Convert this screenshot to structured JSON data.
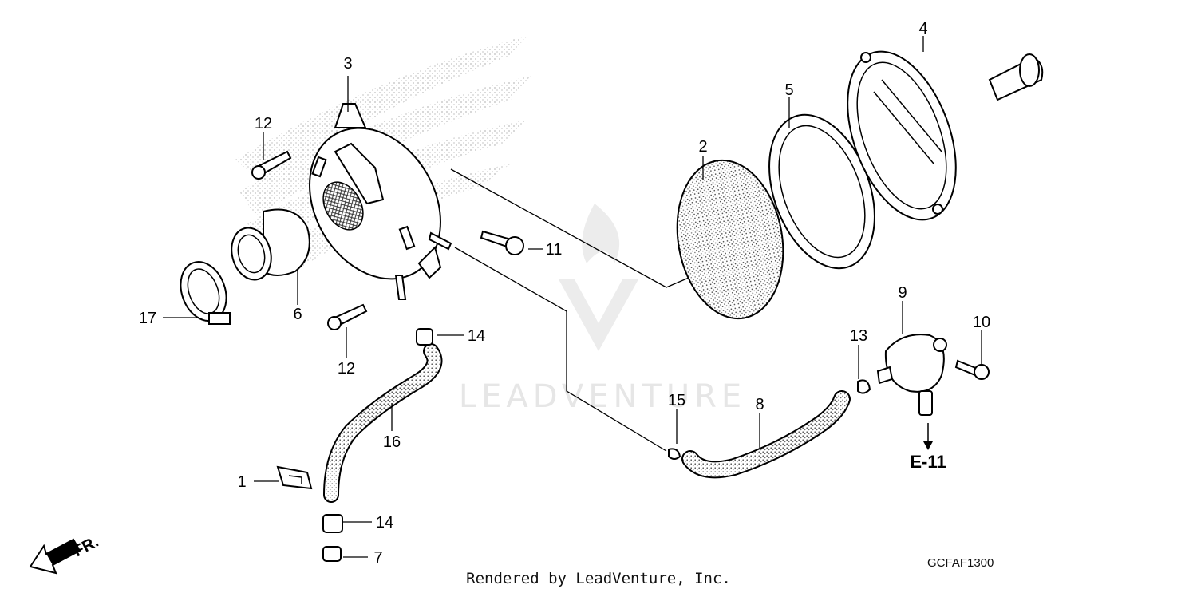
{
  "watermark": {
    "brand": "LEADVENTURE"
  },
  "callouts": {
    "c1": "1",
    "c2": "2",
    "c3": "3",
    "c4": "4",
    "c5": "5",
    "c6": "6",
    "c7": "7",
    "c8": "8",
    "c9": "9",
    "c10": "10",
    "c11": "11",
    "c12a": "12",
    "c12b": "12",
    "c13": "13",
    "c14a": "14",
    "c14b": "14",
    "c15": "15",
    "c16": "16",
    "c17": "17"
  },
  "reference": "E-11",
  "direction_label": "FR.",
  "diagram_code": "GCFAF1300",
  "footer": "Rendered by LeadVenture, Inc."
}
